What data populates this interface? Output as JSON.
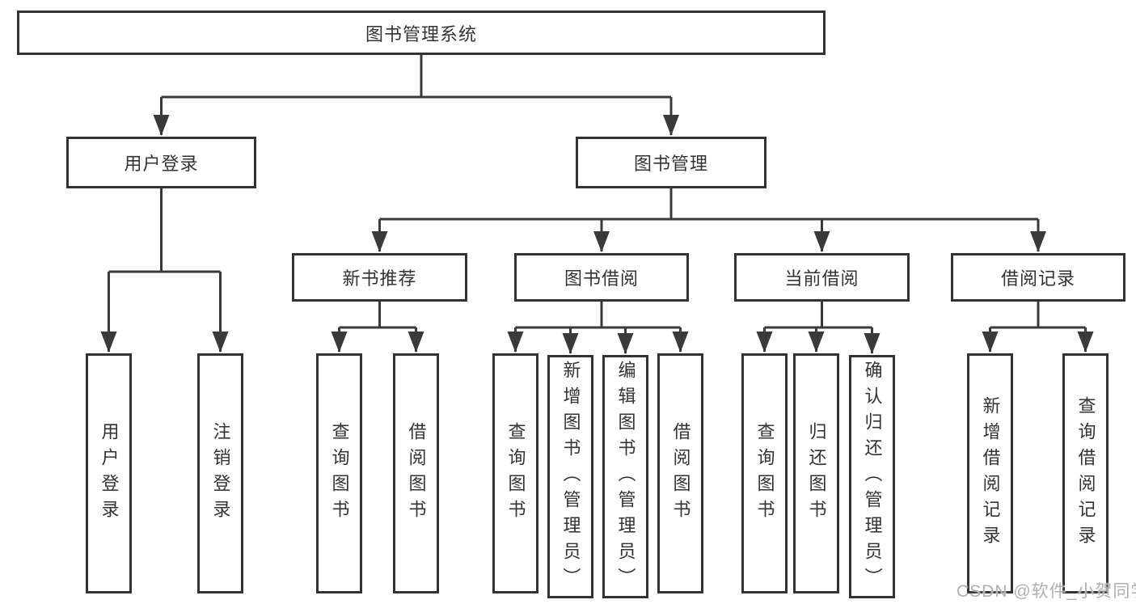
{
  "tree": {
    "root": "图书管理系统",
    "branches": [
      {
        "label": "用户登录",
        "children": [
          "用户登录",
          "注销登录"
        ]
      },
      {
        "label": "图书管理",
        "sections": [
          {
            "label": "新书推荐",
            "children": [
              "查询图书",
              "借阅图书"
            ]
          },
          {
            "label": "图书借阅",
            "children": [
              "查询图书",
              "新增图书（管理员）",
              "编辑图书（管理员）",
              "借阅图书"
            ]
          },
          {
            "label": "当前借阅",
            "children": [
              "查询图书",
              "归还图书",
              "确认归还（管理员）"
            ]
          },
          {
            "label": "借阅记录",
            "children": [
              "新增借阅记录",
              "查询借阅记录"
            ]
          }
        ]
      }
    ]
  },
  "watermark": "CSDN @软件_小贺同学",
  "colors": {
    "line": "#3a3a3a",
    "box_border": "#333333",
    "text": "#333333",
    "background": "#ffffff",
    "watermark": "#b0b0b0"
  }
}
